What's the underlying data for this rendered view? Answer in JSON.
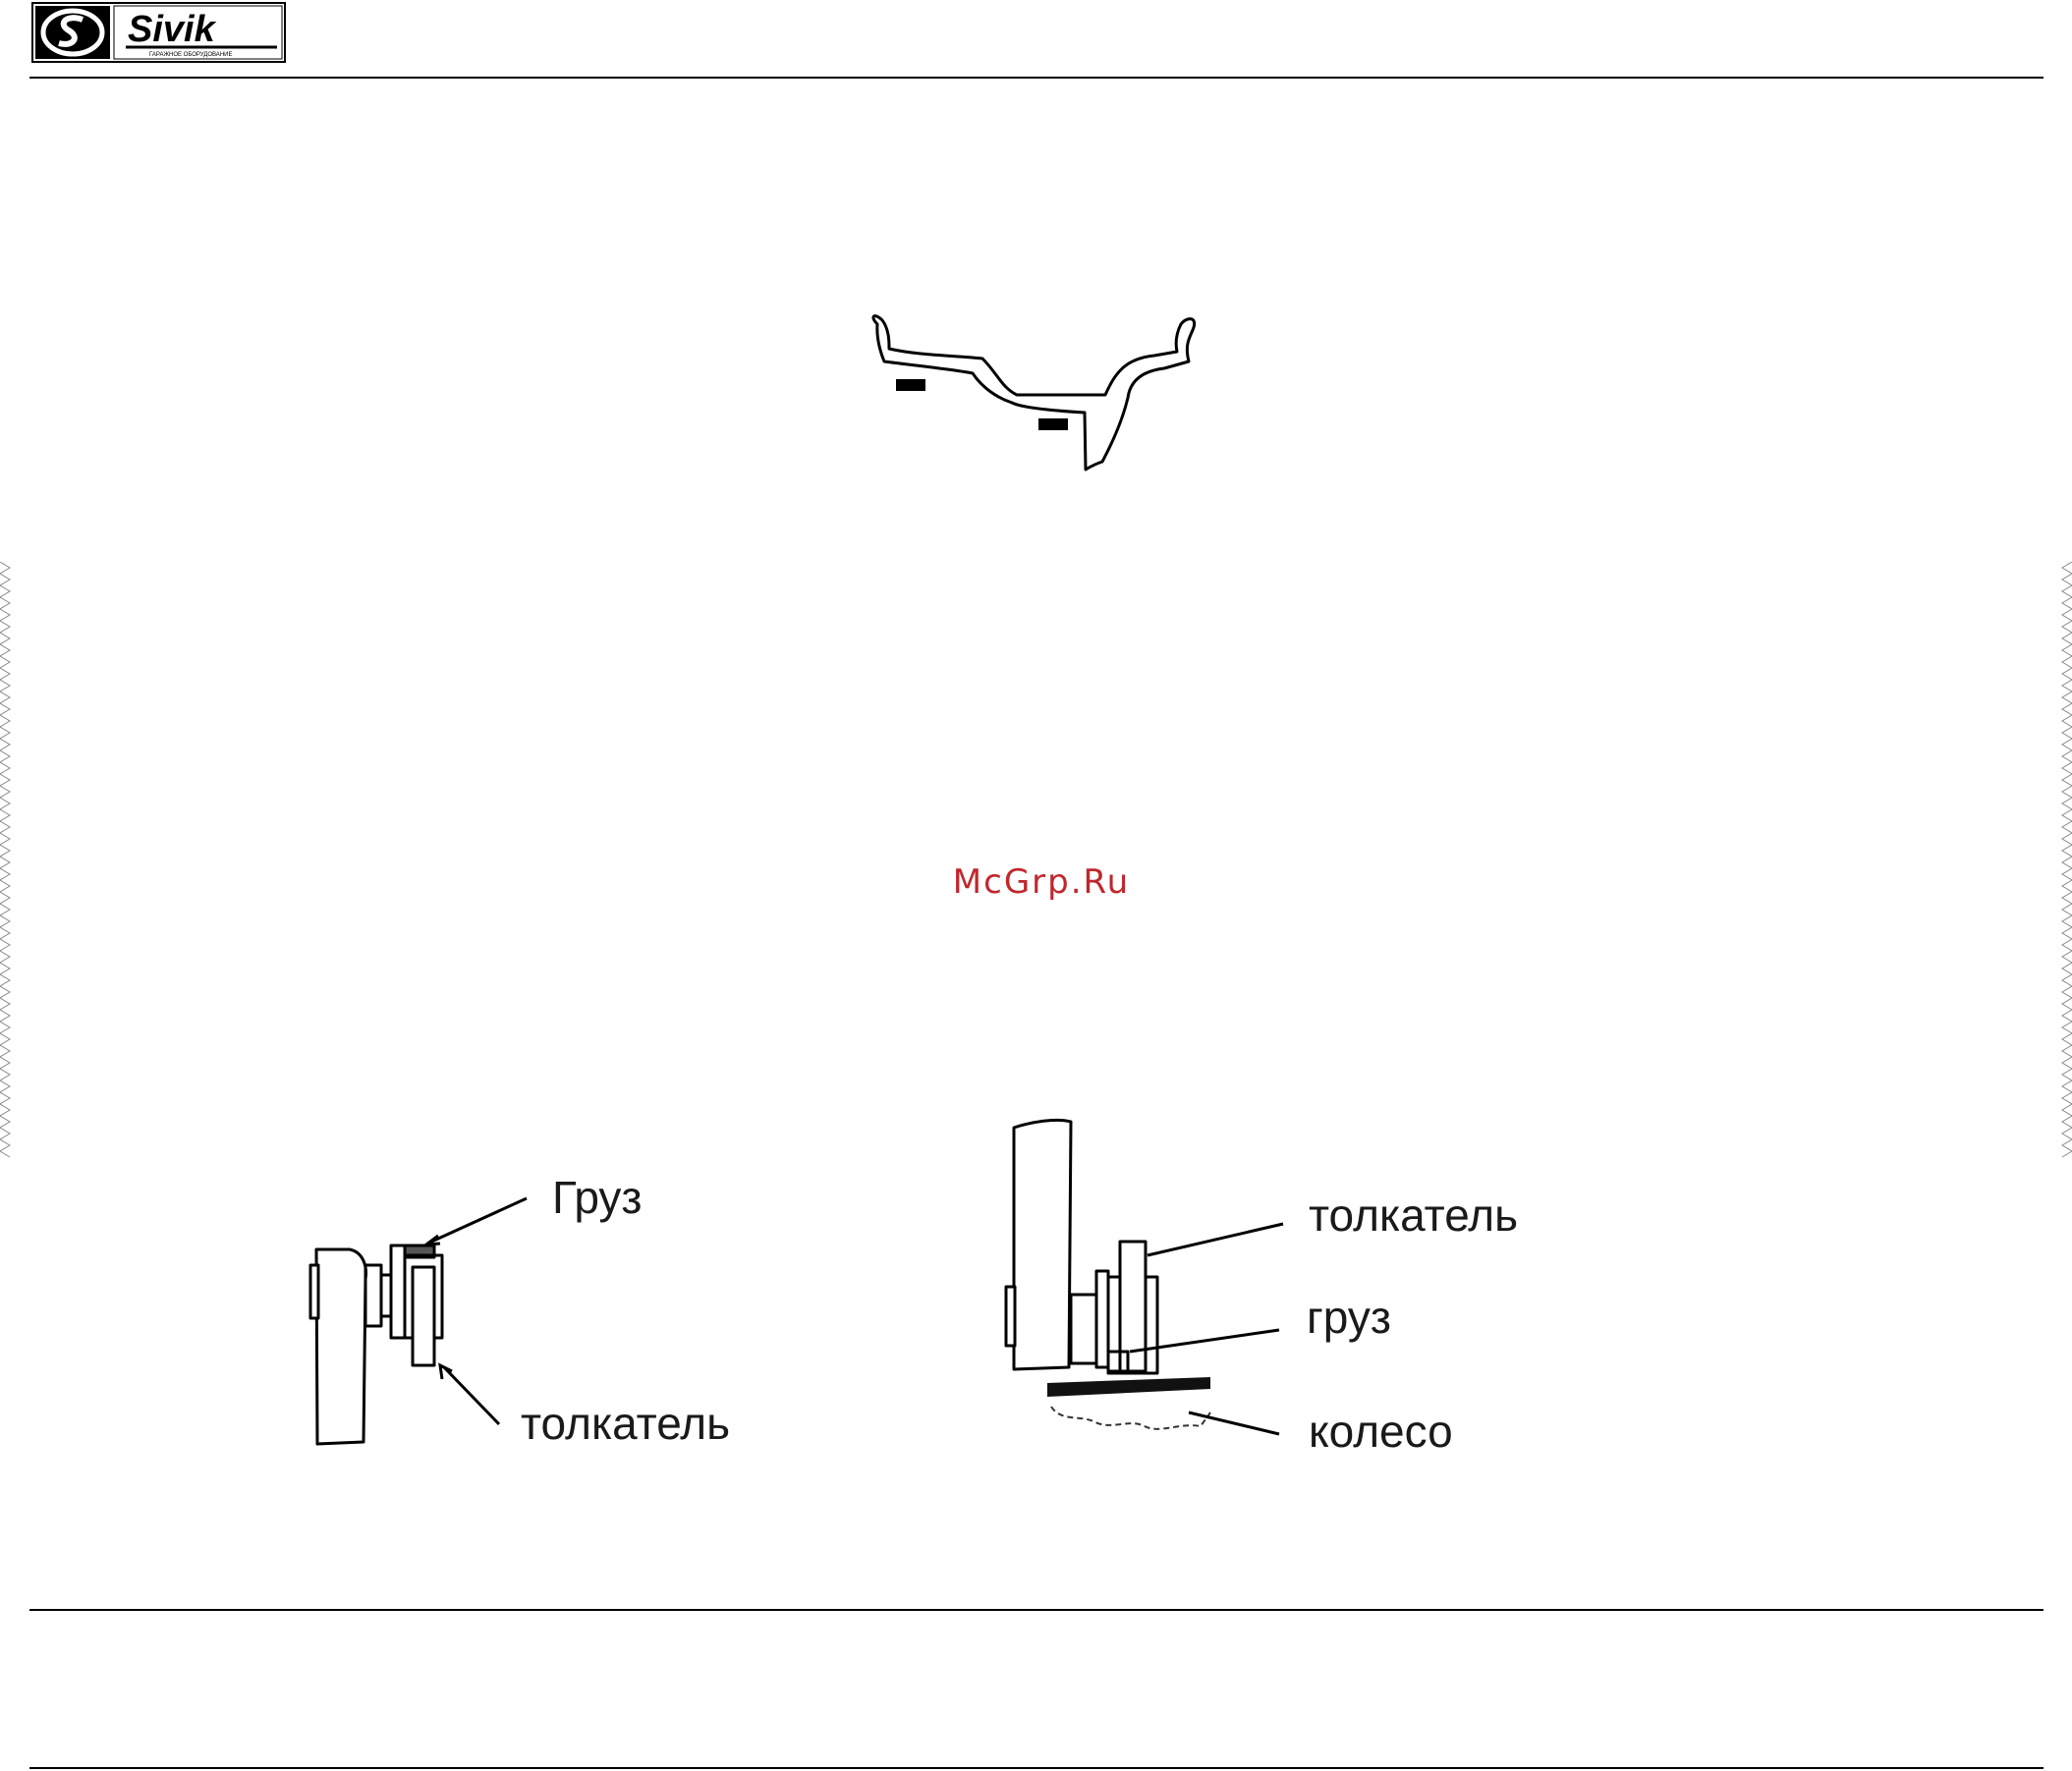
{
  "header": {
    "brand_name": "Sivik",
    "brand_tagline": "ГАРАЖНОЕ ОБОРУДОВАНИЕ"
  },
  "watermark": "McGrp.Ru",
  "figures": {
    "rim_profile": {
      "weight_marks": 2
    },
    "left_diagram": {
      "label_weight": "Груз",
      "label_pusher": "толкатель"
    },
    "right_diagram": {
      "label_pusher": "толкатель",
      "label_weight": "груз",
      "label_wheel": "колесо"
    }
  },
  "colors": {
    "watermark": "#c0272d",
    "rule": "#000000"
  }
}
